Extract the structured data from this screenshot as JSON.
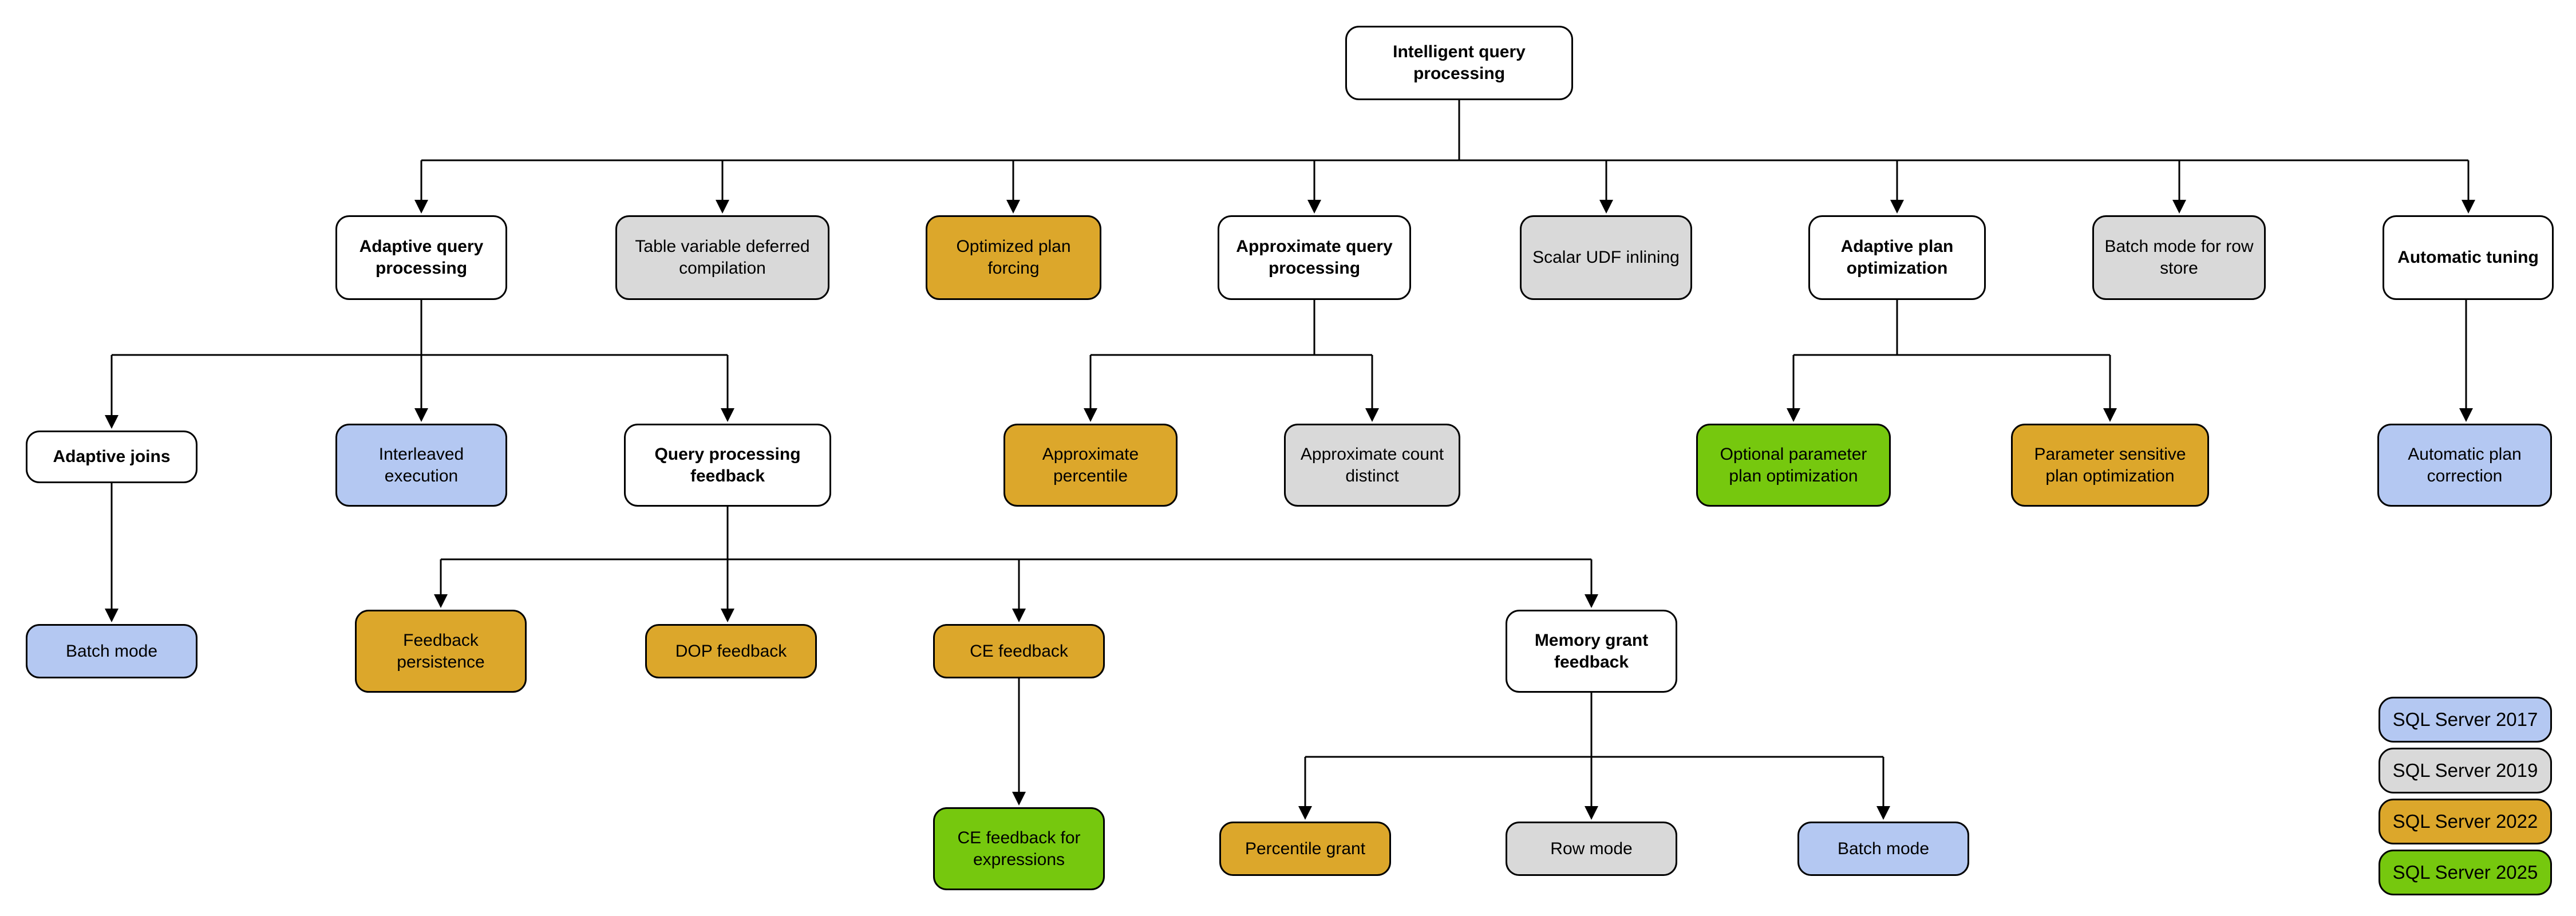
{
  "palette": {
    "base": "#FFFFFF",
    "sql2017": "#B4C8F2",
    "sql2019": "#D9D9D9",
    "sql2022": "#DCA72B",
    "sql2025": "#76C80E"
  },
  "nodes": {
    "root": {
      "label": "Intelligent query processing",
      "version": "base"
    },
    "adaptive_query_processing": {
      "label": "Adaptive query processing",
      "version": "base"
    },
    "table_variable_deferred_compilation": {
      "label": "Table variable deferred compilation",
      "version": "sql2019"
    },
    "optimized_plan_forcing": {
      "label": "Optimized plan forcing",
      "version": "sql2022"
    },
    "approximate_query_processing": {
      "label": "Approximate query processing",
      "version": "base"
    },
    "scalar_udf_inlining": {
      "label": "Scalar UDF inlining",
      "version": "sql2019"
    },
    "adaptive_plan_optimization": {
      "label": "Adaptive plan optimization",
      "version": "base"
    },
    "batch_mode_for_row_store": {
      "label": "Batch mode for row store",
      "version": "sql2019"
    },
    "automatic_tuning": {
      "label": "Automatic tuning",
      "version": "base"
    },
    "adaptive_joins": {
      "label": "Adaptive joins",
      "version": "base"
    },
    "interleaved_execution": {
      "label": "Interleaved execution",
      "version": "sql2017"
    },
    "query_processing_feedback": {
      "label": "Query processing feedback",
      "version": "base"
    },
    "approximate_percentile": {
      "label": "Approximate percentile",
      "version": "sql2022"
    },
    "approximate_count_distinct": {
      "label": "Approximate count distinct",
      "version": "sql2019"
    },
    "optional_parameter_plan_optimization": {
      "label": "Optional parameter plan optimization",
      "version": "sql2025"
    },
    "parameter_sensitive_plan_optimization": {
      "label": "Parameter sensitive plan optimization",
      "version": "sql2022"
    },
    "automatic_plan_correction": {
      "label": "Automatic plan correction",
      "version": "sql2017"
    },
    "batch_mode_adaptive_joins": {
      "label": "Batch mode",
      "version": "sql2017"
    },
    "feedback_persistence": {
      "label": "Feedback persistence",
      "version": "sql2022"
    },
    "dop_feedback": {
      "label": "DOP feedback",
      "version": "sql2022"
    },
    "ce_feedback": {
      "label": "CE feedback",
      "version": "sql2022"
    },
    "memory_grant_feedback": {
      "label": "Memory grant feedback",
      "version": "base"
    },
    "ce_feedback_for_expressions": {
      "label": "CE feedback for expressions",
      "version": "sql2025"
    },
    "percentile_grant": {
      "label": "Percentile grant",
      "version": "sql2022"
    },
    "row_mode": {
      "label": "Row mode",
      "version": "sql2019"
    },
    "batch_mode_memory_grant": {
      "label": "Batch mode",
      "version": "sql2017"
    }
  },
  "legend": {
    "items": [
      {
        "label": "SQL Server 2017",
        "version": "sql2017"
      },
      {
        "label": "SQL Server 2019",
        "version": "sql2019"
      },
      {
        "label": "SQL Server 2022",
        "version": "sql2022"
      },
      {
        "label": "SQL Server 2025",
        "version": "sql2025"
      }
    ]
  }
}
